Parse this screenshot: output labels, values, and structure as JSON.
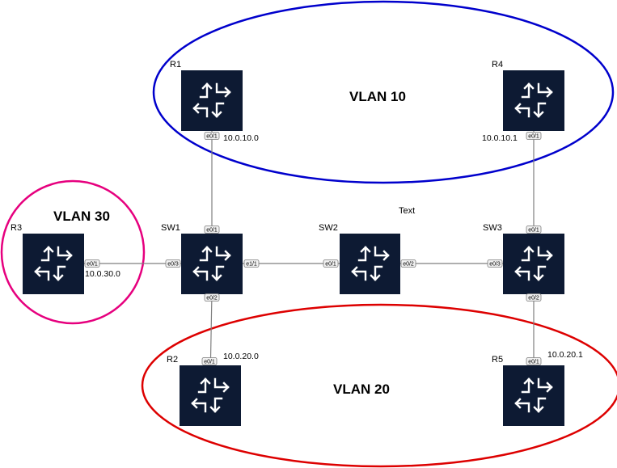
{
  "zones": [
    {
      "id": "vlan10",
      "label": "VLAN 10",
      "color": "#0000cc"
    },
    {
      "id": "vlan20",
      "label": "VLAN 20",
      "color": "#dd0000"
    },
    {
      "id": "vlan30",
      "label": "VLAN 30",
      "color": "#e6007e"
    }
  ],
  "devices": [
    {
      "id": "R1",
      "label": "R1",
      "kind": "router-icon"
    },
    {
      "id": "R4",
      "label": "R4",
      "kind": "router-icon"
    },
    {
      "id": "R3",
      "label": "R3",
      "kind": "router-icon"
    },
    {
      "id": "SW1",
      "label": "SW1",
      "kind": "switch-icon"
    },
    {
      "id": "SW2",
      "label": "SW2",
      "kind": "switch-icon"
    },
    {
      "id": "SW3",
      "label": "SW3",
      "kind": "switch-icon"
    },
    {
      "id": "R2",
      "label": "R2",
      "kind": "router-icon"
    },
    {
      "id": "R5",
      "label": "R5",
      "kind": "router-icon"
    }
  ],
  "device_color": "#0d1a33",
  "links": [
    {
      "a": "R1",
      "a_port": "e0/1",
      "b": "SW1",
      "b_port": "e0/1"
    },
    {
      "a": "R4",
      "a_port": "e0/1",
      "b": "SW3",
      "b_port": "e0/1"
    },
    {
      "a": "R3",
      "a_port": "e0/1",
      "b": "SW1",
      "b_port": "e0/3"
    },
    {
      "a": "SW1",
      "a_port": "e1/1",
      "b": "SW2",
      "b_port": "e0/1"
    },
    {
      "a": "SW2",
      "a_port": "e0/2",
      "b": "SW3",
      "b_port": "e0/3"
    },
    {
      "a": "SW1",
      "a_port": "e0/2",
      "b": "R2",
      "b_port": "e0/1"
    },
    {
      "a": "SW3",
      "a_port": "e0/2",
      "b": "R5",
      "b_port": "e0/1"
    }
  ],
  "addresses": [
    {
      "device": "R1",
      "text": "10.0.10.0"
    },
    {
      "device": "R4",
      "text": "10.0.10.1"
    },
    {
      "device": "R3",
      "text": "10.0.30.0"
    },
    {
      "device": "R2",
      "text": "10.0.20.0"
    },
    {
      "device": "R5",
      "text": "10.0.20.1"
    }
  ],
  "free_text": "Text"
}
